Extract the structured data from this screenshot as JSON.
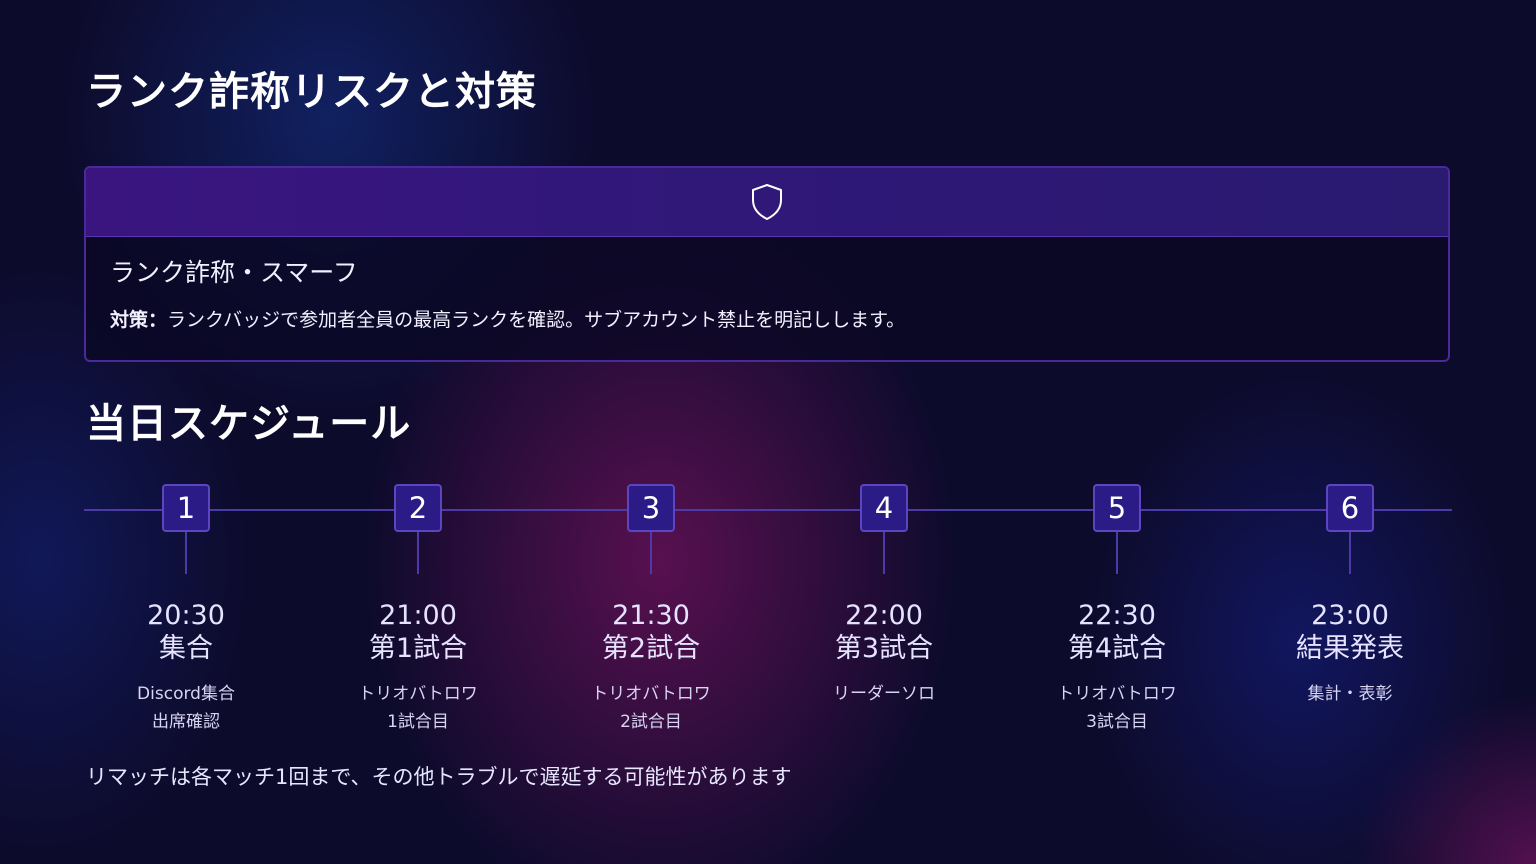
{
  "risk_section": {
    "title": "ランク詐称リスクと対策",
    "card": {
      "icon": "shield-icon",
      "name": "ランク詐称・スマーフ",
      "measure_label": "対策：",
      "measure_text": "ランクバッジで参加者全員の最高ランクを確認。サブアカウント禁止を明記しします。"
    }
  },
  "schedule_section": {
    "title": "当日スケジュール",
    "steps": [
      {
        "number": "1",
        "time": "20:30",
        "name": "集合",
        "desc1": "Discord集合",
        "desc2": "出席確認"
      },
      {
        "number": "2",
        "time": "21:00",
        "name": "第1試合",
        "desc1": "トリオバトロワ",
        "desc2": "1試合目"
      },
      {
        "number": "3",
        "time": "21:30",
        "name": "第2試合",
        "desc1": "トリオバトロワ",
        "desc2": "2試合目"
      },
      {
        "number": "4",
        "time": "22:00",
        "name": "第3試合",
        "desc1": "リーダーソロ",
        "desc2": ""
      },
      {
        "number": "5",
        "time": "22:30",
        "name": "第4試合",
        "desc1": "トリオバトロワ",
        "desc2": "3試合目"
      },
      {
        "number": "6",
        "time": "23:00",
        "name": "結果発表",
        "desc1": "集計・表彰",
        "desc2": ""
      }
    ],
    "note": "リマッチは各マッチ1回まで、その他トラブルで遅延する可能性があります"
  },
  "colors": {
    "background": "#0d0b2c",
    "accent": "#2b1b86",
    "card_header": "#3a1580"
  }
}
